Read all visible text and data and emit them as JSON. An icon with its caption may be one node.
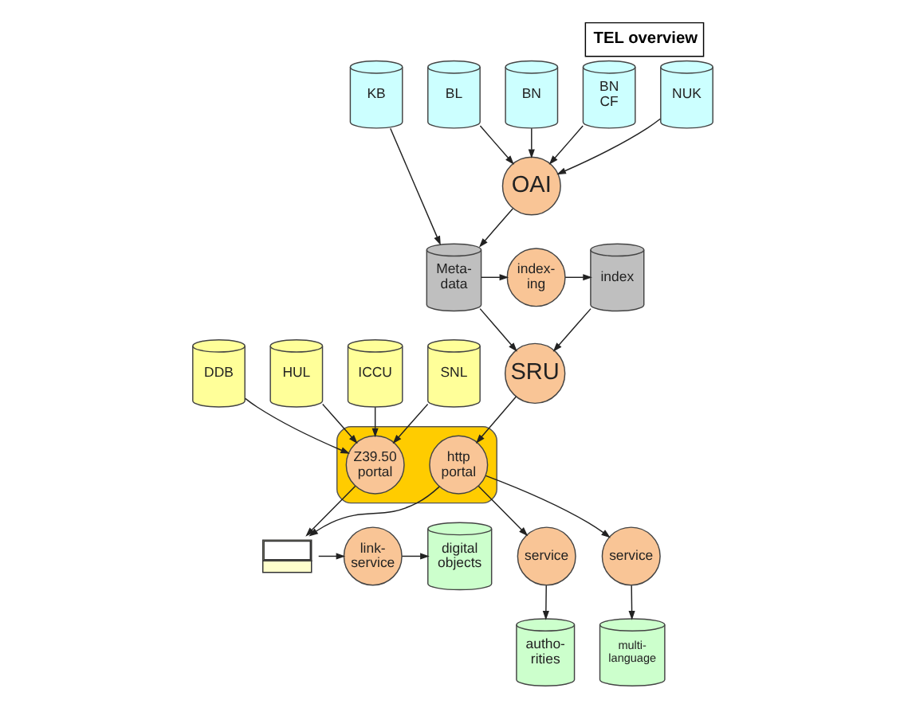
{
  "diagram": {
    "title": "TEL overview",
    "nodes": [
      {
        "text": [
          "BL"
        ]
      },
      {
        "text": [
          "BN"
        ]
      },
      {
        "text": [
          "BN CF"
        ]
      },
      {
        "text": [
          "NUK"
        ]
      },
      {
        "text": [
          "KB"
        ]
      },
      {
        "text": [
          "OAI"
        ]
      },
      {
        "text": [
          "Meta-data"
        ]
      },
      {
        "text": [
          "index-ing"
        ]
      },
      {
        "text": [
          "index"
        ]
      },
      {
        "text": [
          "SRU"
        ]
      },
      {
        "text": [
          "DDB"
        ]
      },
      {
        "text": [
          "HUL"
        ]
      },
      {
        "text": [
          "ICCU"
        ]
      },
      {
        "text": [
          "SNL"
        ]
      },
      {
        "text": [],
        "shape": "ellipse"
      },
      {
        "text": [
          "Z39.50 portal"
        ],
        "in": 14
      },
      {
        "text": [
          "http portal"
        ],
        "in": 14
      },
      {
        "text": [
          "service"
        ]
      },
      {
        "text": [
          "autho-rities"
        ]
      },
      {
        "text": [
          "service"
        ]
      },
      {
        "text": [
          "multi-language"
        ]
      },
      {
        "text": [],
        "shape": "computer"
      },
      {
        "text": [
          "link-service"
        ]
      },
      {
        "text": [
          "digital objects"
        ]
      }
    ],
    "edges": [
      {
        "from": 0,
        "to": 5,
        "arrow": "to"
      },
      {
        "from": 1,
        "to": 5,
        "arrow": "to"
      },
      {
        "from": 2,
        "to": 5,
        "arrow": "to"
      },
      {
        "from": 3,
        "to": 5,
        "arrow": "to"
      },
      {
        "from": 5,
        "to": 6,
        "arrow": "to"
      },
      {
        "from": 4,
        "to": 6,
        "arrow": "to"
      },
      {
        "from": 6,
        "to": 7,
        "arrow": "to"
      },
      {
        "from": 7,
        "to": 8,
        "arrow": "to"
      },
      {
        "from": 6,
        "to": 9,
        "arrow": "to"
      },
      {
        "from": 8,
        "to": 9,
        "arrow": "to"
      },
      {
        "from": 9,
        "to": 16,
        "arrow": "to"
      },
      {
        "from": 10,
        "to": 15,
        "arrow": "to"
      },
      {
        "from": 11,
        "to": 15,
        "arrow": "to"
      },
      {
        "from": 12,
        "to": 15,
        "arrow": "to"
      },
      {
        "from": 13,
        "to": 15,
        "arrow": "to"
      },
      {
        "from": 15,
        "to": 21,
        "arrow": "to"
      },
      {
        "from": 16,
        "to": 21,
        "arrow": "to"
      },
      {
        "from": 16,
        "to": 17,
        "arrow": "to"
      },
      {
        "from": 16,
        "to": 19,
        "arrow": "to"
      },
      {
        "from": 17,
        "to": 18,
        "arrow": "to"
      },
      {
        "from": 19,
        "to": 20,
        "arrow": "to"
      },
      {
        "from": 21,
        "to": 22,
        "arrow": "to"
      },
      {
        "from": 22,
        "to": 23,
        "arrow": "to"
      }
    ]
  }
}
